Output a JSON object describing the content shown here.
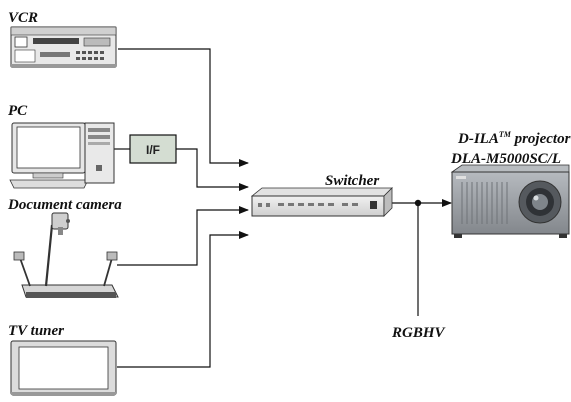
{
  "labels": {
    "vcr": "VCR",
    "pc": "PC",
    "document_camera": "Document camera",
    "tv_tuner": "TV tuner",
    "switcher": "Switcher",
    "projector_line1_prefix": "D-ILA",
    "projector_line1_tm": "TM",
    "projector_line1_suffix": " projector",
    "projector_line2": "DLA-M5000SC/L",
    "interface": "I/F",
    "signal": "RGBHV"
  },
  "icons": [
    "vcr-icon",
    "pc-icon",
    "document-camera-icon",
    "tv-tuner-icon",
    "interface-box-icon",
    "switcher-icon",
    "projector-icon"
  ],
  "colors": {
    "line": "#111111",
    "device_gray": "#cfcfcf",
    "interface_fill": "#d4ddd2",
    "projector_body": "#9a9ea3"
  }
}
